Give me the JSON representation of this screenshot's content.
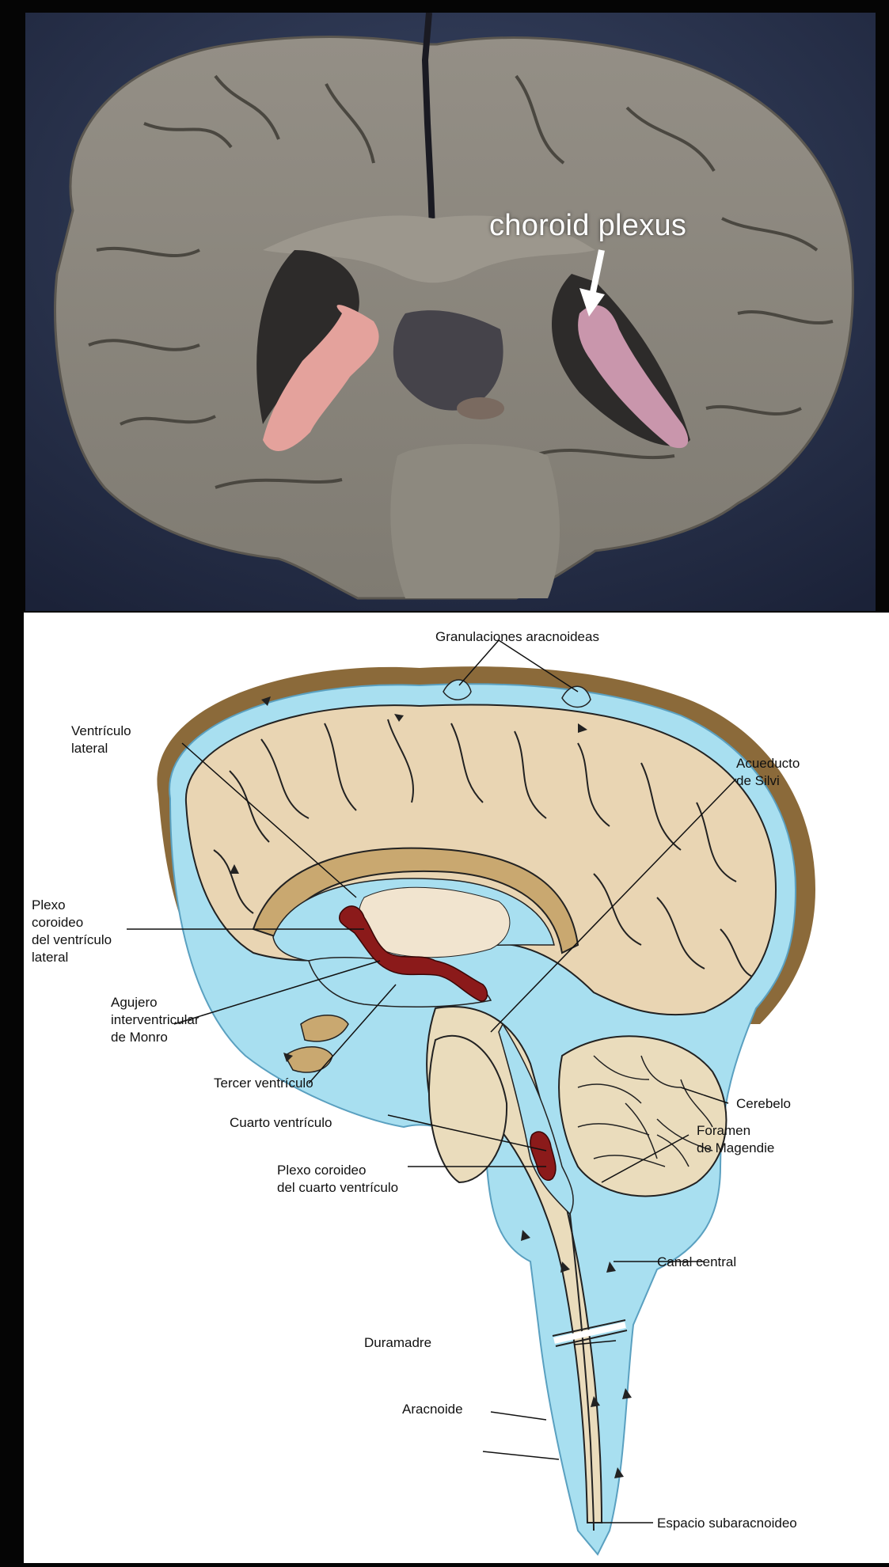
{
  "photo": {
    "label": "choroid plexus",
    "colors": {
      "tissue": "#8e8a80",
      "plexus": "#e6a7a0",
      "background": "#2a3350"
    }
  },
  "diagram": {
    "labels": {
      "granulaciones": "Granulaciones aracnoideas",
      "ventriculo_lateral": [
        "Ventrículo",
        "lateral"
      ],
      "acueducto": [
        "Acueducto",
        "de Silvi"
      ],
      "plexo_lateral": [
        "Plexo",
        "coroideo",
        "del ventrículo",
        "lateral"
      ],
      "agujero": [
        "Agujero",
        "interventricular",
        "de Monro"
      ],
      "tercer": "Tercer ventrículo",
      "cuarto": "Cuarto ventrículo",
      "plexo_cuarto": [
        "Plexo coroideo",
        "del cuarto ventrículo"
      ],
      "cerebelo": "Cerebelo",
      "foramen": [
        "Foramen",
        "de Magendie"
      ],
      "canal": "Canal central",
      "duramadre": "Duramadre",
      "aracnoide": "Aracnoide",
      "espacio": "Espacio subaracnoideo"
    },
    "colors": {
      "dura": "#8b6a3a",
      "csf": "#a8dff0",
      "brain": "#e9d5b3",
      "brainstem": "#eadcbc",
      "plexus": "#8b1a1a"
    }
  }
}
